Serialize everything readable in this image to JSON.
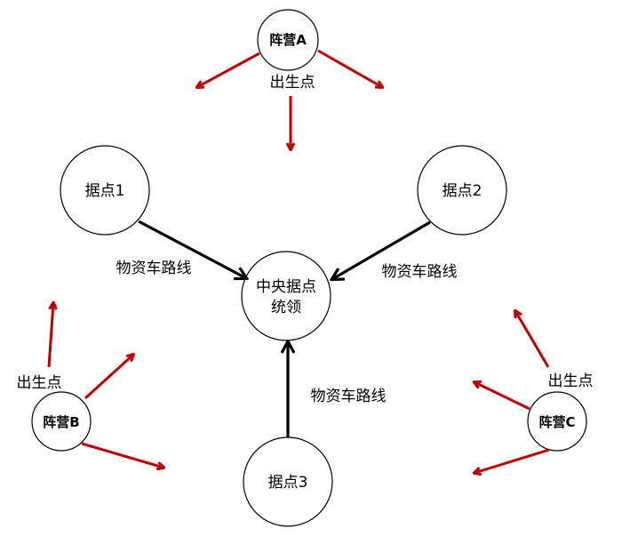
{
  "colors": {
    "red_arrow": "#c00000",
    "black_arrow": "#000000",
    "circle_stroke": "#000000"
  },
  "camps": {
    "a": {
      "label": "阵营A",
      "spawn_label": "出生点"
    },
    "b": {
      "label": "阵营B",
      "spawn_label": "出生点"
    },
    "c": {
      "label": "阵营C",
      "spawn_label": "出生点"
    }
  },
  "strongholds": {
    "s1": {
      "label": "据点1"
    },
    "s2": {
      "label": "据点2"
    },
    "s3": {
      "label": "据点3"
    },
    "center": {
      "line1": "中央据点",
      "line2": "统领"
    }
  },
  "routes": {
    "r1": "物资车路线",
    "r2": "物资车路线",
    "r3": "物资车路线"
  }
}
